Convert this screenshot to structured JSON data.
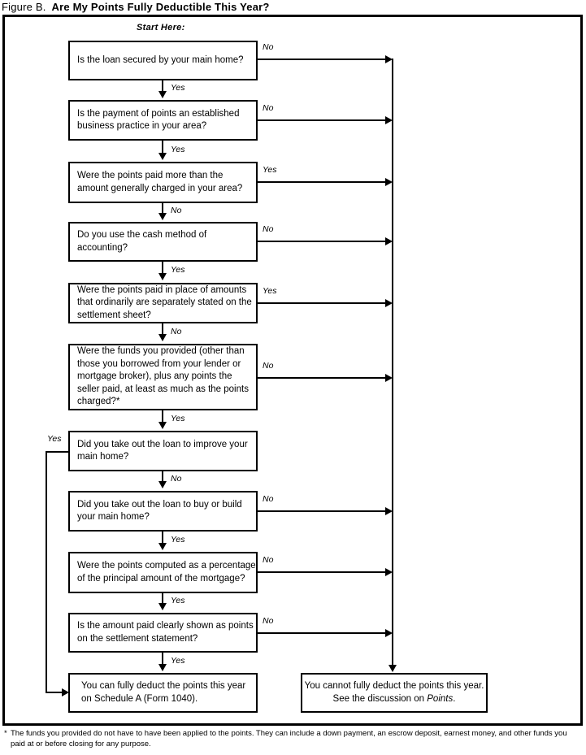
{
  "figure": {
    "label": "Figure B.",
    "title": "Are My Points Fully Deductible This Year?",
    "start_label": "Start Here:"
  },
  "nodes": [
    {
      "id": "q1",
      "kind": "decision",
      "text": "Is the loan secured by your main home?"
    },
    {
      "id": "q2",
      "kind": "decision",
      "text": "Is the payment of points an established business practice in your area?"
    },
    {
      "id": "q3",
      "kind": "decision",
      "text": "Were the points paid more than the amount generally charged in your area?"
    },
    {
      "id": "q4",
      "kind": "decision",
      "text": "Do you use the cash method of accounting?"
    },
    {
      "id": "q5",
      "kind": "decision",
      "text": "Were the points paid in place of amounts that ordinarily are separately stated on the settlement sheet?"
    },
    {
      "id": "q6",
      "kind": "decision",
      "text": "Were the funds you provided (other than those you borrowed from your lender or mortgage broker), plus any points the seller paid, at least as much as the points charged?*"
    },
    {
      "id": "q7",
      "kind": "decision",
      "text": "Did you take out the loan to improve your main home?"
    },
    {
      "id": "q8",
      "kind": "decision",
      "text": "Did you take out the loan to buy or build your main home?"
    },
    {
      "id": "q9",
      "kind": "decision",
      "text": "Were the points computed as a percentage of the principal amount of the mortgage?"
    },
    {
      "id": "q10",
      "kind": "decision",
      "text": "Is the amount paid clearly shown as points on the settlement statement?"
    },
    {
      "id": "yes-outcome",
      "kind": "terminal",
      "text": "You can fully deduct the points this year on Schedule A (Form 1040)."
    },
    {
      "id": "no-outcome",
      "kind": "terminal",
      "text_part1": "You cannot fully deduct the points this year. See the discussion on ",
      "text_italic": "Points",
      "text_part2": "."
    }
  ],
  "edge_labels": {
    "q1_down": "Yes",
    "q1_right": "No",
    "q2_down": "Yes",
    "q2_right": "No",
    "q3_down": "No",
    "q3_right": "Yes",
    "q4_down": "Yes",
    "q4_right": "No",
    "q5_down": "No",
    "q5_right": "Yes",
    "q6_down": "Yes",
    "q6_right": "No",
    "q7_down": "No",
    "q7_left": "Yes",
    "q8_down": "Yes",
    "q8_right": "No",
    "q9_down": "Yes",
    "q9_right": "No",
    "q10_down": "Yes",
    "q10_right": "No"
  },
  "footnote": {
    "marker": "*",
    "text": "The funds you provided do not have to have been applied to the points. They can include a down payment, an escrow deposit, earnest money, and other funds you paid at or before closing for any purpose."
  },
  "colors": {
    "ink": "#000000",
    "paper": "#ffffff"
  }
}
